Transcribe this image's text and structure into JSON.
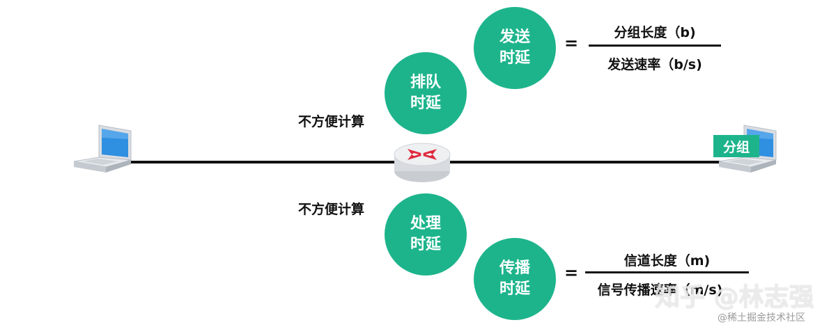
{
  "colors": {
    "bubble": "#1db48c",
    "line": "#111111",
    "router_arrows": "#e0283c",
    "laptop_screen": "#2f8fe0"
  },
  "bubbles": {
    "transmission": [
      "发送",
      "时延"
    ],
    "queuing": [
      "排队",
      "时延"
    ],
    "processing": [
      "处理",
      "时延"
    ],
    "propagation": [
      "传播",
      "时延"
    ]
  },
  "notes": {
    "queuing": "不方便计算",
    "processing": "不方便计算"
  },
  "formulas": {
    "transmission": {
      "equals": "=",
      "numerator": "分组长度（b)",
      "denominator": "发送速率（b/s)"
    },
    "propagation": {
      "equals": "=",
      "numerator": "信道长度（m)",
      "denominator": "信号传播速率（m/s)"
    }
  },
  "packet_label": "分组",
  "icons": {
    "left_host": "laptop-icon",
    "right_host": "laptop-icon",
    "router": "router-icon"
  },
  "watermarks": {
    "overlay": "知乎 @林志强",
    "footer": "@稀土掘金技术社区"
  }
}
